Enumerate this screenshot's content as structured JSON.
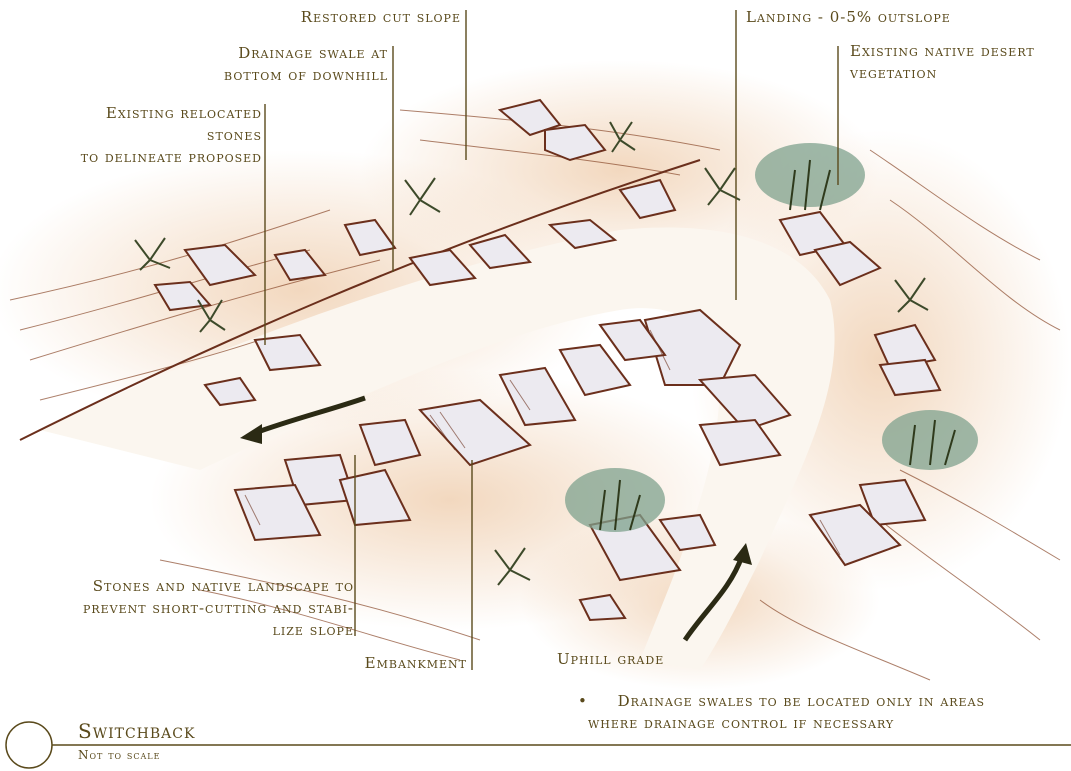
{
  "annotations": {
    "restored_cut_slope": "Restored cut slope",
    "landing": "Landing - 0-5% outslope",
    "drainage_swale": [
      "Drainage swale at",
      "bottom of downhill"
    ],
    "native_vegetation": [
      "Existing native desert",
      "vegetation"
    ],
    "relocated_stones": [
      "Existing relocated",
      "stones",
      "to delineate proposed"
    ],
    "stones_native_landscape": [
      "Stones and native landscape to",
      "prevent short-cutting and stabi-",
      "lize slope"
    ],
    "embankment": "Embankment",
    "uphill_grade": "Uphill grade",
    "note_bullet": "•",
    "note": [
      "Drainage swales to be located only in areas",
      "where drainage control if necessary"
    ]
  },
  "title_block": {
    "title": "Switchback",
    "subtitle": "Not to scale"
  },
  "colors": {
    "label_text": "#5a4a1c",
    "leader_line": "#5a4a1c",
    "sketch_ink": "#6b2f1c",
    "soil_wash": "#e8b88a",
    "stone_fill": "#eceaf0",
    "vegetation": "#7fa28d",
    "arrow": "#2b2a14"
  }
}
